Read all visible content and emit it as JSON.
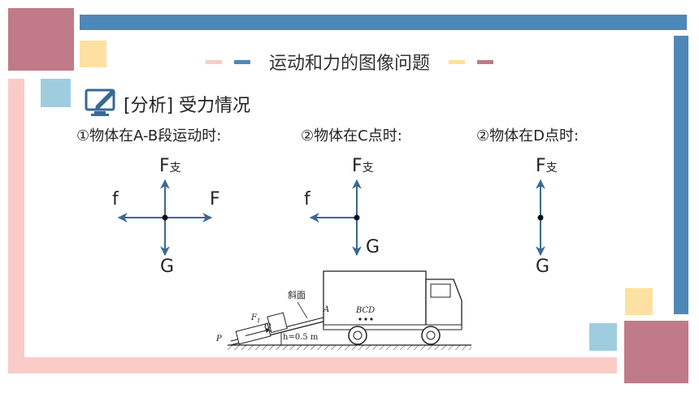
{
  "title": "运动和力的图像问题",
  "section": "[分析] 受力情况",
  "cases": [
    {
      "label": "①物体在A-B段运动时:"
    },
    {
      "label": "②物体在C点时:"
    },
    {
      "label": "②物体在D点时:"
    }
  ],
  "forces": {
    "support": "F",
    "support_sub": "支",
    "friction": "f",
    "pull": "F",
    "gravity": "G"
  },
  "diagram": {
    "slope_label": "斜面",
    "point_A": "A",
    "points_BCD": "BCD",
    "point_P": "P",
    "point_Q": "Q",
    "force_F1": "F",
    "force_F1_sub": "1",
    "height": "h=0.5 m"
  },
  "colors": {
    "rose": "#c07a88",
    "blue": "#4f88b6",
    "pink": "#f9ccc8",
    "yellow": "#fde1a0",
    "lightblue": "#9fcddf",
    "arrow": "#3b6893"
  }
}
